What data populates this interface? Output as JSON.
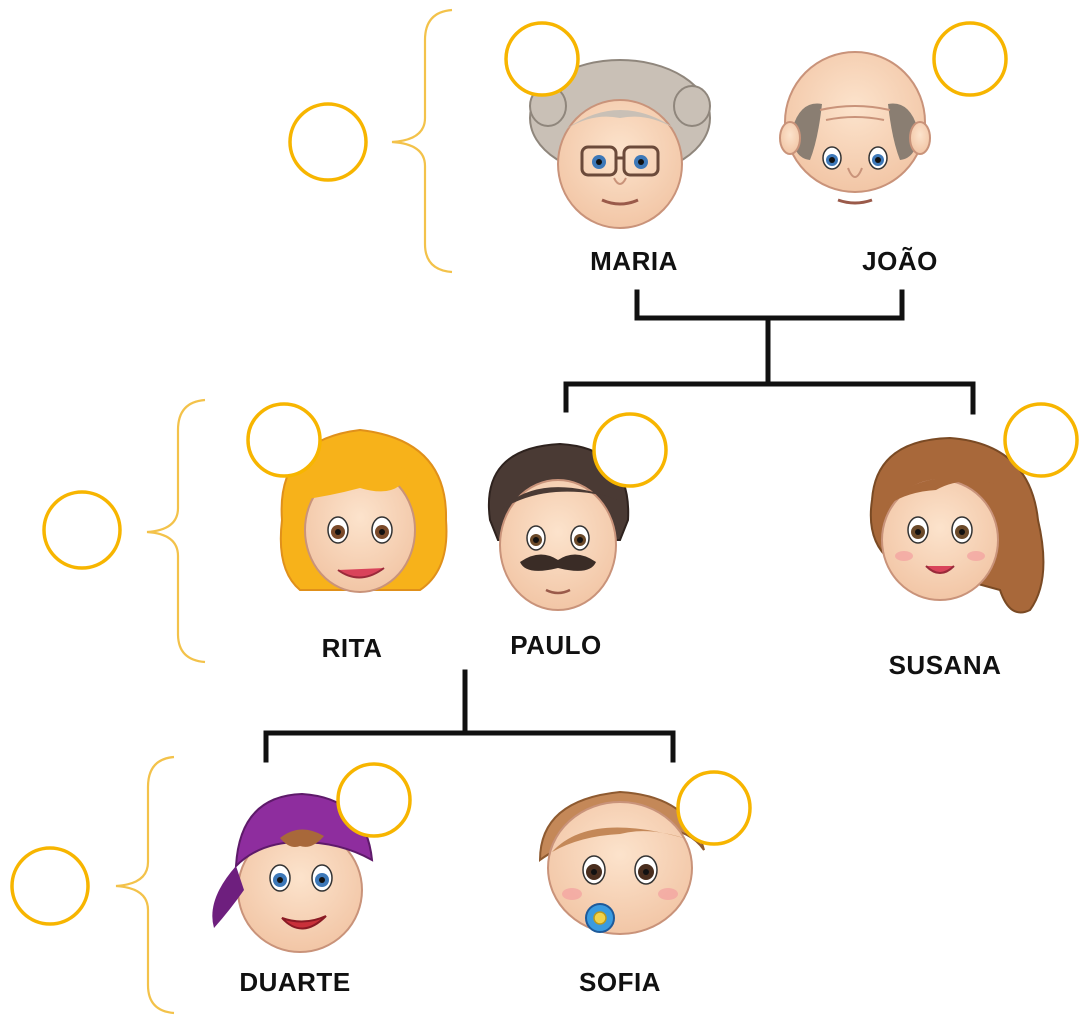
{
  "colors": {
    "circle_outline": "#F7B500",
    "brace": "#F3C24A",
    "connector_line": "#111111"
  },
  "people": {
    "maria": {
      "name": "MARIA",
      "icon": "grandmother-face-icon"
    },
    "joao": {
      "name": "JOÃO",
      "icon": "grandfather-face-icon"
    },
    "rita": {
      "name": "RITA",
      "icon": "mother-face-icon"
    },
    "paulo": {
      "name": "PAULO",
      "icon": "father-face-icon"
    },
    "susana": {
      "name": "SUSANA",
      "icon": "aunt-face-icon"
    },
    "duarte": {
      "name": "DUARTE",
      "icon": "boy-face-icon"
    },
    "sofia": {
      "name": "SOFIA",
      "icon": "baby-face-icon"
    }
  }
}
